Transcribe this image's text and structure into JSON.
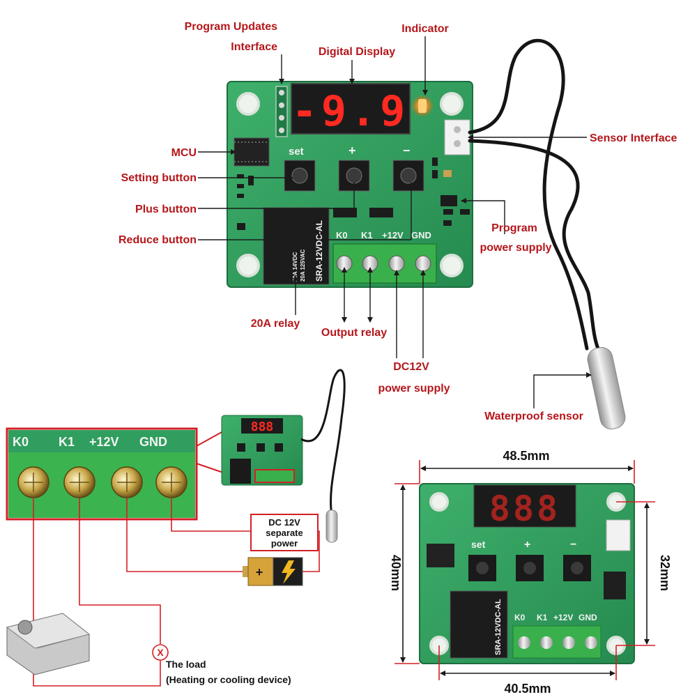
{
  "main_board": {
    "display_digits": "-9.9",
    "silk": {
      "set": "set",
      "plus": "+",
      "minus": "−",
      "k0": "K0",
      "k1": "K1",
      "v12": "+12V",
      "gnd": "GND",
      "relay_model": "SRA-12VDC-AL",
      "relay_rating1": "20A 14VDC",
      "relay_rating2": "20A 125VAC"
    }
  },
  "labels": {
    "program_updates_line1": "Program Updates",
    "program_updates_line2": "Interface",
    "digital_display": "Digital Display",
    "indicator": "Indicator",
    "mcu": "MCU",
    "setting_button": "Setting button",
    "plus_button": "Plus button",
    "reduce_button": "Reduce button",
    "sensor_interface": "Sensor Interface",
    "program_power_line1": "Program",
    "program_power_line2": "power supply",
    "relay_20a": "20A relay",
    "output_relay": "Output relay",
    "dc12v_line1": "DC12V",
    "dc12v_line2": "power supply",
    "waterproof_sensor": "Waterproof sensor"
  },
  "wiring": {
    "terminals": [
      "K0",
      "K1",
      "+12V",
      "GND"
    ],
    "dc_line1": "DC 12V",
    "dc_line2": "separate",
    "dc_line3": "power",
    "load_line1": "The load",
    "load_line2": "(Heating or cooling device)",
    "load_symbol": "X"
  },
  "dimensions": {
    "width_top": "48.5mm",
    "width_bottom": "40.5mm",
    "height_left": "40mm",
    "height_right": "32mm",
    "silk_set": "set",
    "silk_plus": "+",
    "silk_minus": "−",
    "silk_k0": "K0",
    "silk_k1": "K1",
    "silk_v12": "+12V",
    "silk_gnd": "GND",
    "silk_relay": "SRA-12VDC-AL"
  },
  "colors": {
    "label_red": "#b5161b",
    "board_green": "#2f9e5e",
    "terminal_green": "#39b04c",
    "led_red": "#ff2a22"
  }
}
